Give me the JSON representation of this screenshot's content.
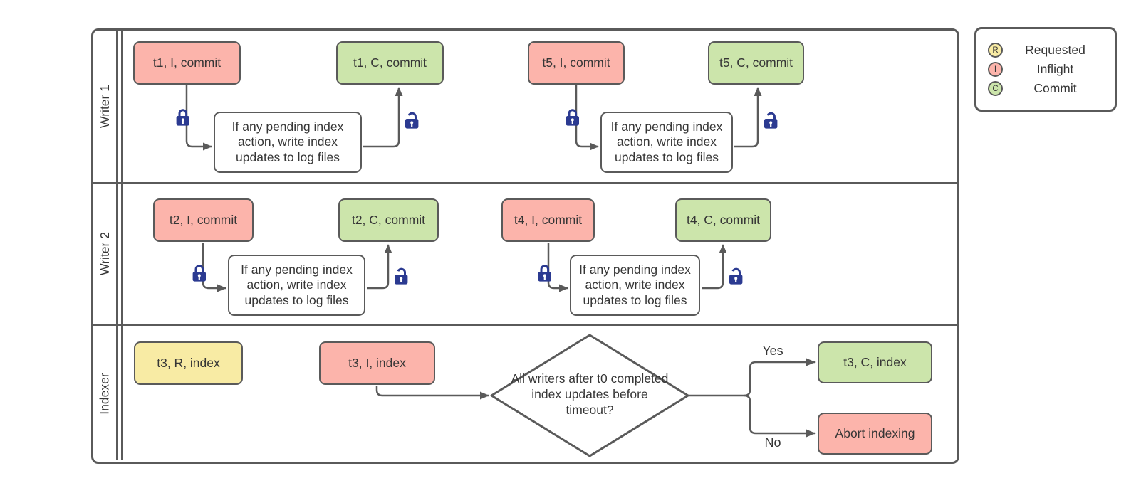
{
  "colors": {
    "pink": "#fcb4ab",
    "green": "#cce5ab",
    "yellow": "#f8eba4",
    "stroke": "#5a5a5a",
    "lock": "#2b3a91",
    "text": "#363636"
  },
  "lanes": [
    "Writer 1",
    "Writer 2",
    "Indexer"
  ],
  "writers": [
    {
      "groups": [
        {
          "inflight": "t1, I, commit",
          "process": "If any pending index action, write index updates to log files",
          "commit": "t1, C, commit"
        },
        {
          "inflight": "t5, I, commit",
          "process": "If any pending index action, write index updates to log files",
          "commit": "t5, C, commit"
        }
      ]
    },
    {
      "groups": [
        {
          "inflight": "t2, I, commit",
          "process": "If any pending index action, write index updates to log files",
          "commit": "t2, C, commit"
        },
        {
          "inflight": "t4, I, commit",
          "process": "If any pending index action, write index updates to log files",
          "commit": "t4, C, commit"
        }
      ]
    }
  ],
  "indexer": {
    "requested": "t3, R, index",
    "inflight": "t3, I, index",
    "decision": "All writers after t0 completed index updates before timeout?",
    "yes_label": "Yes",
    "no_label": "No",
    "commit": "t3, C, index",
    "abort": "Abort indexing"
  },
  "legend": {
    "items": [
      {
        "letter": "R",
        "label": "Requested",
        "color": "#f8eba4"
      },
      {
        "letter": "I",
        "label": "Inflight",
        "color": "#fcb4ab"
      },
      {
        "letter": "C",
        "label": "Commit",
        "color": "#cce5ab"
      }
    ]
  },
  "icons": {
    "before_process": "closed-padlock",
    "after_process": "open-padlock"
  }
}
